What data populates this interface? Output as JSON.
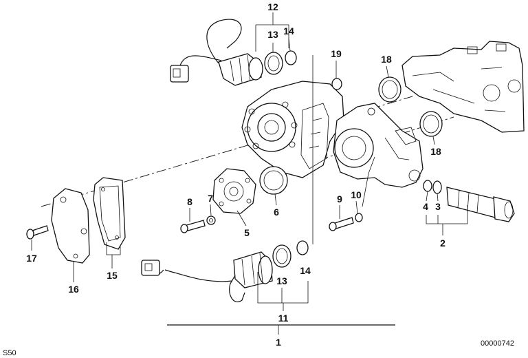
{
  "diagram": {
    "labels": {
      "l1": "1",
      "l2": "2",
      "l3": "3",
      "l4": "4",
      "l5": "5",
      "l6": "6",
      "l7": "7",
      "l8": "8",
      "l9": "9",
      "l10": "10",
      "l11": "11",
      "l12": "12",
      "l13a": "13",
      "l13b": "13",
      "l14a": "14",
      "l14b": "14",
      "l15": "15",
      "l16": "16",
      "l17": "17",
      "l18a": "18",
      "l18b": "18",
      "l19": "19"
    },
    "footer": {
      "left_code": "S50",
      "right_code": "00000742"
    }
  }
}
